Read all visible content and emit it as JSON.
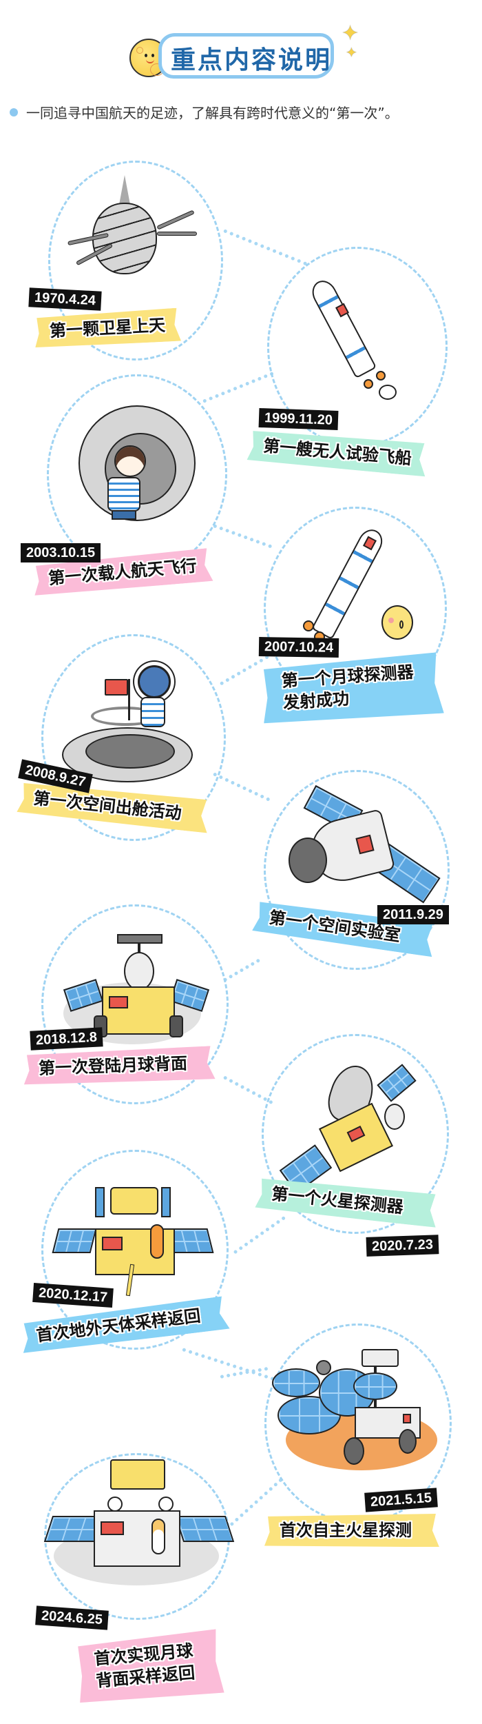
{
  "header": {
    "title": "重点内容说明",
    "mascot_icon": "moon-mascot-icon",
    "sparkle_icon": "sparkle-icon"
  },
  "intro": {
    "text": "一同追寻中国航天的足迹，了解具有跨时代意义的“第一次”。"
  },
  "colors": {
    "title_blue": "#2067a8",
    "frame_blue": "#8cc8f0",
    "dashed_circle": "#9fd3f2",
    "tape_yellow": "#fbe37e",
    "tape_green": "#b6f0dc",
    "tape_pink": "#fbbcd8",
    "tape_blue": "#86d2f6",
    "date_bg": "#111111"
  },
  "milestones": [
    {
      "date": "1970.4.24",
      "title": "第一颗卫星上天",
      "tape": "yellow",
      "icon": "satellite-icon"
    },
    {
      "date": "1999.11.20",
      "title": "第一艘无人试验飞船",
      "tape": "green",
      "icon": "rocket-icon"
    },
    {
      "date": "2003.10.15",
      "title": "第一次载人航天飞行",
      "tape": "pink",
      "icon": "astronaut-capsule-icon"
    },
    {
      "date": "2007.10.24",
      "title_line1": "第一个月球探测器",
      "title_line2": "发射成功",
      "tape": "blue",
      "icon": "lunar-rocket-icon"
    },
    {
      "date": "2008.9.27",
      "title": "第一次空间出舱活动",
      "tape": "yellow",
      "icon": "spacewalk-icon"
    },
    {
      "date": "2011.9.29",
      "title": "第一个空间实验室",
      "tape": "blue",
      "icon": "space-lab-icon"
    },
    {
      "date": "2018.12.8",
      "title": "第一次登陆月球背面",
      "tape": "pink",
      "icon": "lunar-rover-icon"
    },
    {
      "date": "2020.7.23",
      "title": "第一个火星探测器",
      "tape": "green",
      "icon": "mars-probe-icon"
    },
    {
      "date": "2020.12.17",
      "title": "首次地外天体采样返回",
      "tape": "blue",
      "icon": "lunar-lander-icon"
    },
    {
      "date": "2021.5.15",
      "title": "首次自主火星探测",
      "tape": "yellow",
      "icon": "mars-rover-icon"
    },
    {
      "date": "2024.6.25",
      "title_line1": "首次实现月球",
      "title_line2": "背面采样返回",
      "tape": "pink",
      "icon": "far-side-lander-icon"
    }
  ]
}
